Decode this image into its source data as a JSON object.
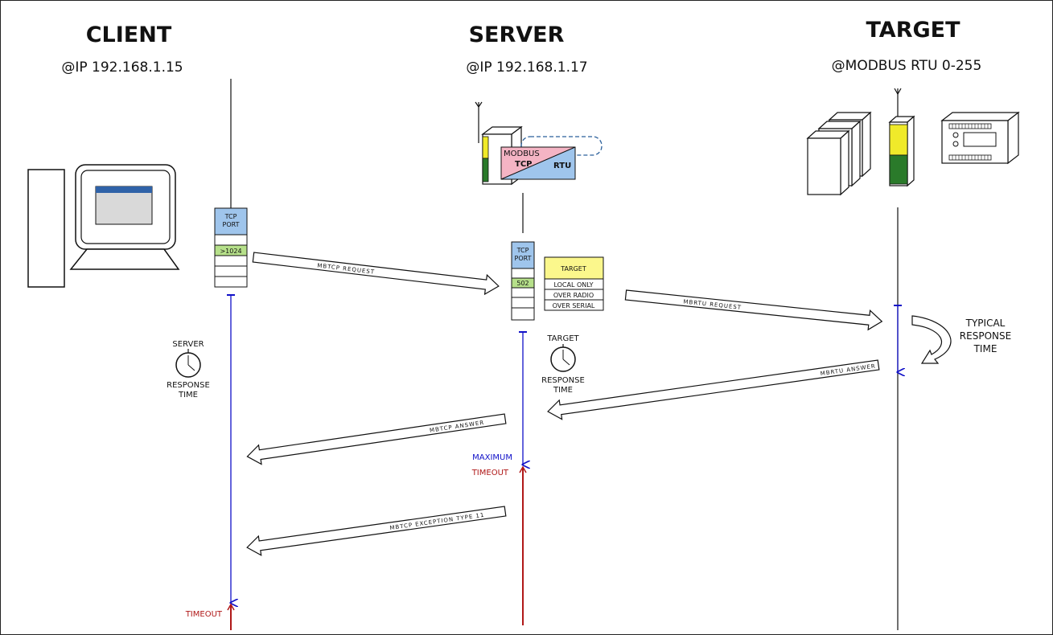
{
  "columns": {
    "client": {
      "title": "CLIENT",
      "address": "@IP 192.168.1.15"
    },
    "server": {
      "title": "SERVER",
      "address": "@IP 192.168.1.17"
    },
    "target": {
      "title": "TARGET",
      "address": "@MODBUS RTU 0-255"
    }
  },
  "gateway": {
    "modbus": "MODBUS",
    "tcp": "TCP",
    "rtu": "RTU"
  },
  "client_port": {
    "header_line1": "TCP",
    "header_line2": "PORT",
    "value": ">1024"
  },
  "server_port": {
    "header_line1": "TCP",
    "header_line2": "PORT",
    "value": "502"
  },
  "target_table": {
    "header": "TARGET",
    "rows": [
      "LOCAL ONLY",
      "OVER RADIO",
      "OVER SERIAL"
    ]
  },
  "messages": {
    "mbtcp_request": "MBTCP REQUEST",
    "mbrtu_request": "MBRTU REQUEST",
    "mbrtu_answer": "MBRTU ANSWER",
    "mbtcp_answer": "MBTCP ANSWER",
    "mbtcp_exception": "MBTCP EXCEPTION TYPE 11"
  },
  "timers": {
    "server": {
      "top": "SERVER",
      "line1": "RESPONSE",
      "line2": "TIME"
    },
    "target": {
      "top": "TARGET",
      "line1": "RESPONSE",
      "line2": "TIME"
    }
  },
  "typical": {
    "line1": "TYPICAL",
    "line2": "RESPONSE",
    "line3": "TIME"
  },
  "maximum_label": "MAXIMUM",
  "timeout_label": "TIMEOUT",
  "client_timeout_label": "TIMEOUT",
  "colors": {
    "blue": "#1010c8",
    "red": "#b01818",
    "port_blue": "#9fc5ec",
    "port_green": "#b6e08a",
    "target_yellow": "#fbf78c",
    "pink": "#f4b4c4"
  }
}
